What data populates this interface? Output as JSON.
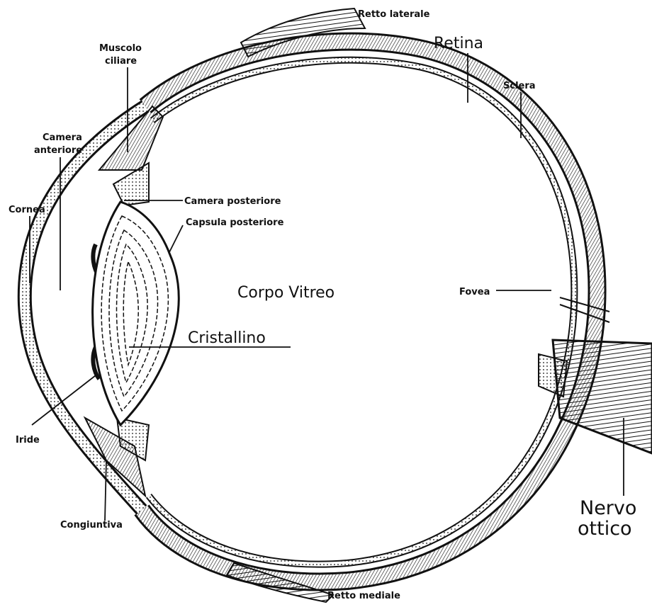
{
  "diagram": {
    "labels": {
      "retto_laterale": "Retto laterale",
      "retina": "Retina",
      "muscolo_ciliare_1": "Muscolo",
      "muscolo_ciliare_2": "ciliare",
      "sclera": "Sclera",
      "camera_anteriore_1": "Camera",
      "camera_anteriore_2": "anteriore",
      "camera_posteriore": "Camera posteriore",
      "capsula_posteriore": "Capsula posteriore",
      "cornea": "Cornea",
      "corpo_vitreo": "Corpo Vitreo",
      "fovea": "Fovea",
      "cristallino": "Cristallino",
      "iride": "Iride",
      "nervo_ottico_1": "Nervo",
      "nervo_ottico_2": "ottico",
      "congiuntiva": "Congiuntiva",
      "retto_mediale": "Retto mediale"
    },
    "colors": {
      "ink": "#111111",
      "background": "#ffffff"
    }
  }
}
